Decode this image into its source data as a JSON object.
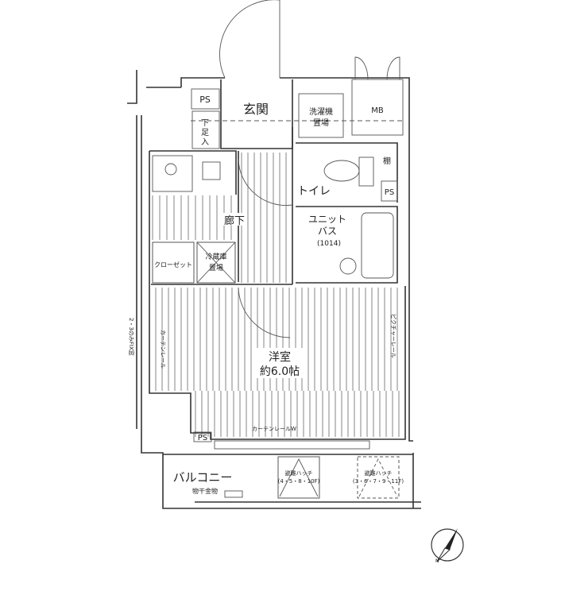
{
  "rooms": {
    "entrance": "玄関",
    "washer": [
      "洗濯機",
      "置場"
    ],
    "mb": "MB",
    "ps": "PS",
    "shoe_box": [
      "下",
      "足",
      "入"
    ],
    "toilet": "トイレ",
    "shelf": "棚",
    "corridor": "廊下",
    "unit_bath": [
      "ユニット",
      "バス",
      "(1014)"
    ],
    "closet": "クローゼット",
    "fridge": [
      "冷蔵庫",
      "置場"
    ],
    "western_room": "洋室",
    "western_room_size": "約6.0帖",
    "balcony": "バルコニー",
    "clothes_pole": "物干金物"
  },
  "annotations": {
    "curtain_rail": "カーテンレール",
    "curtain_rail_w": "カーテンレールW",
    "picture_rail": "ピクチャーレール",
    "fix_window": "2・3のみFIX窓",
    "hatch_a": [
      "避難ハッチ",
      "(4・5・8・10F)"
    ],
    "hatch_b": [
      "避難ハッチ",
      "(3・6・7・9・11F)"
    ],
    "north": "N"
  }
}
